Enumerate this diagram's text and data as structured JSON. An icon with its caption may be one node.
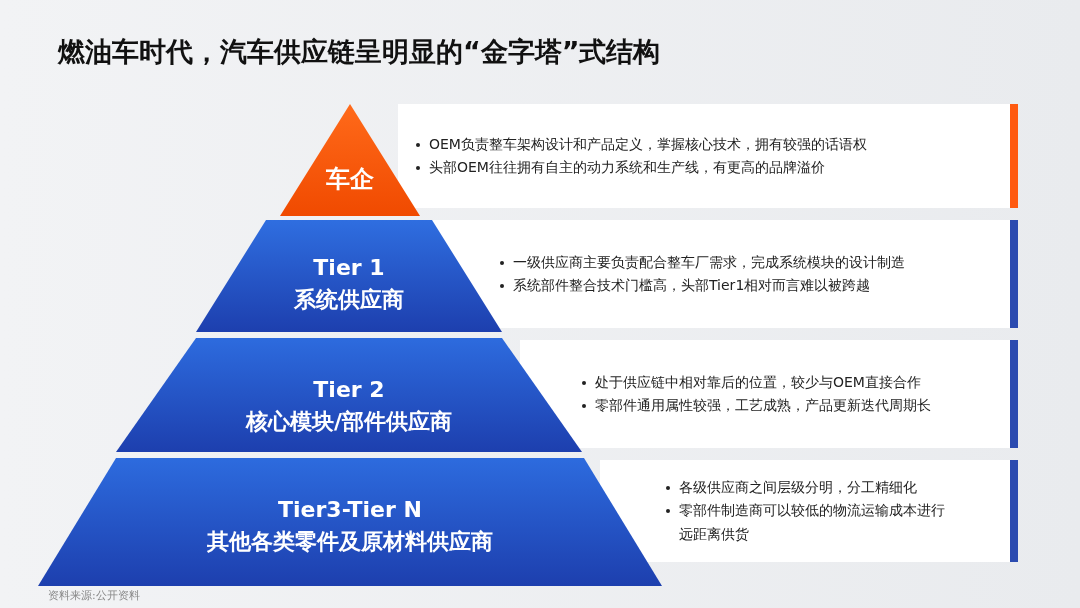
{
  "diagram": {
    "title": "燃油车时代，汽车供应链呈明显的“金字塔”式结构",
    "nodes": [
      {
        "text": [
          "车企"
        ]
      },
      {
        "text": [
          "Tier 1",
          "系统供应商"
        ]
      },
      {
        "text": [
          "Tier 2",
          "核心模块/部件供应商"
        ]
      },
      {
        "text": [
          "Tier3-Tier N",
          "其他各类零件及原材料供应商"
        ]
      },
      {
        "text": [
          "OEM负责整车架构设计和产品定义，掌握核心技术，拥有较强的话语权",
          "头部OEM往往拥有自主的动力系统和生产线，有更高的品牌溢价"
        ]
      },
      {
        "text": [
          "一级供应商主要负责配合整车厂需求，完成系统模块的设计制造",
          "系统部件整合技术门槛高，头部Tier1相对而言难以被跨越"
        ]
      },
      {
        "text": [
          "处于供应链中相对靠后的位置，较少与OEM直接合作",
          "零部件通用属性较强，工艺成熟，产品更新迭代周期长"
        ]
      },
      {
        "text": [
          "各级供应商之间层级分明，分工精细化",
          "零部件制造商可以较低的物流运输成本进行远距离供货"
        ]
      }
    ],
    "labels": [
      "资料来源:公开资料"
    ]
  }
}
